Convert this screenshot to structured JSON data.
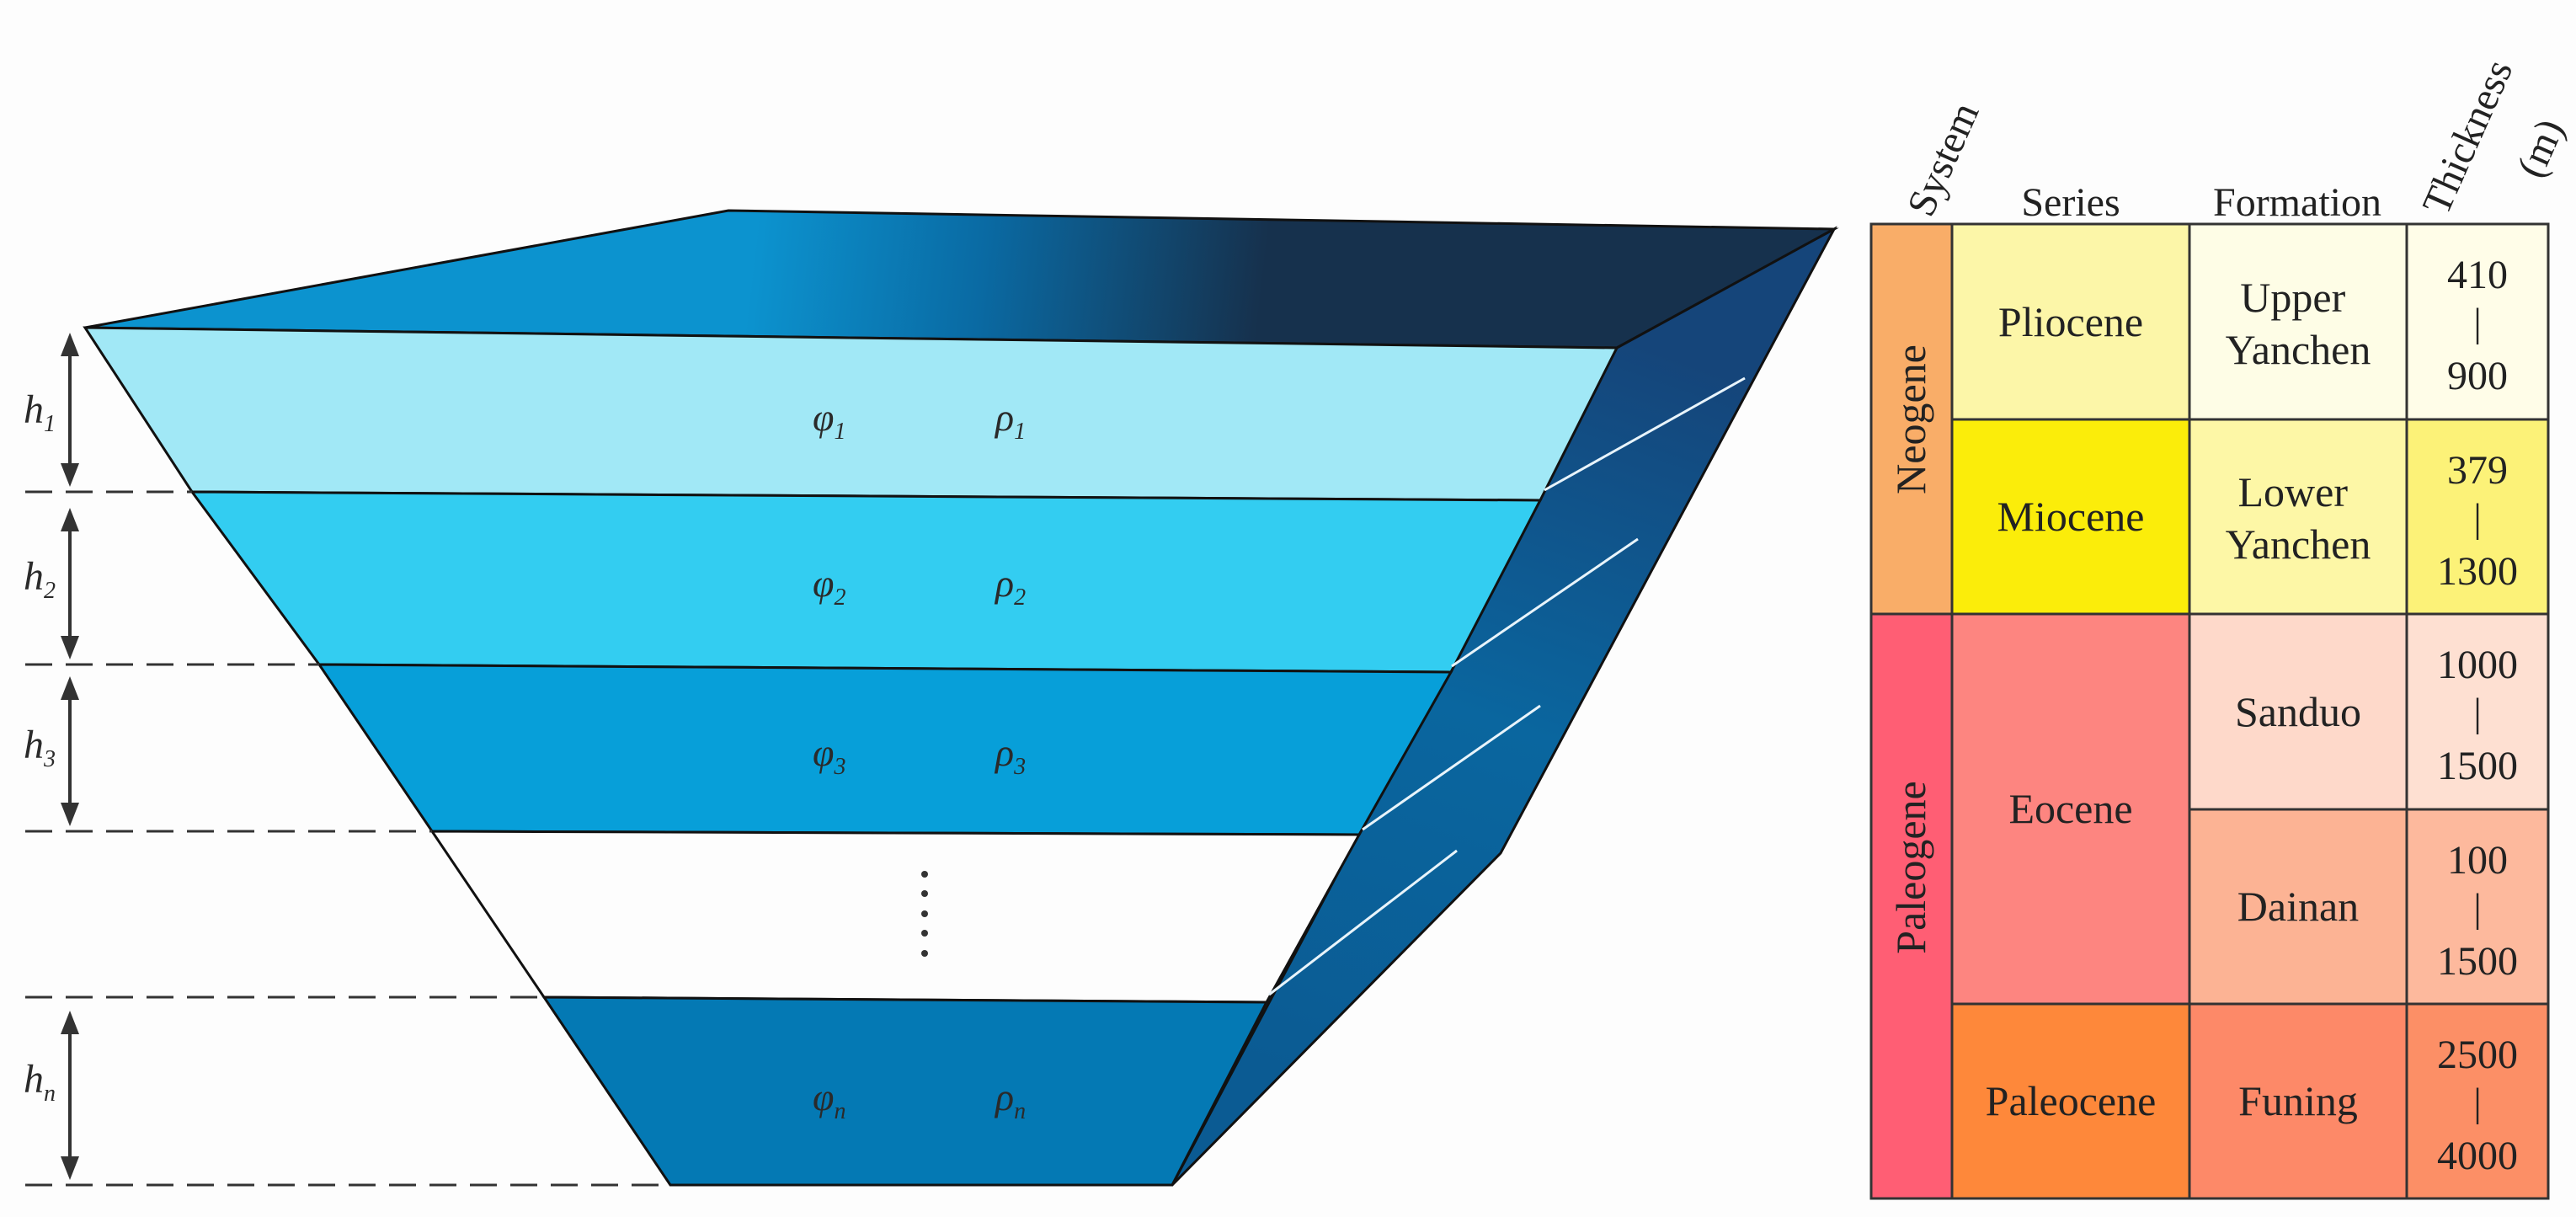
{
  "layer_labels": [
    {
      "name": "layer-1",
      "h": "h",
      "h_sub": "1",
      "phi": "φ",
      "phi_sub": "1",
      "rho": "ρ",
      "rho_sub": "1"
    },
    {
      "name": "layer-2",
      "h": "h",
      "h_sub": "2",
      "phi": "φ",
      "phi_sub": "2",
      "rho": "ρ",
      "rho_sub": "2"
    },
    {
      "name": "layer-3",
      "h": "h",
      "h_sub": "3",
      "phi": "φ",
      "phi_sub": "3",
      "rho": "ρ",
      "rho_sub": "3"
    },
    {
      "name": "layer-n",
      "h": "h",
      "h_sub": "n",
      "phi": "φ",
      "phi_sub": "n",
      "rho": "ρ",
      "rho_sub": "n"
    }
  ],
  "colors": {
    "layer1": "#a1e8f6",
    "layer2": "#33cdf1",
    "layer3": "#079fd9",
    "layern": "#0479b4",
    "side": "#0b5d95",
    "top_light": "#0c93cf",
    "top_dark": "#16314d",
    "neogene": "#f9ad68",
    "paleogene": "#ff5e74",
    "pliocene": "#fcf6a8",
    "miocene": "#fbed0a",
    "eocene": "#fd8580",
    "paleocene": "#fe883a",
    "upper_yanchen": "#fefde6",
    "lower_yanchen": "#fdf7a6",
    "sanduo": "#fed9ca",
    "dainan": "#fcb394",
    "funing": "#fd8968",
    "thick_1": "#fffde8",
    "thick_2": "#fcf278",
    "thick_3": "#fee0d2",
    "thick_4": "#fdb99d",
    "thick_5": "#fc8f66"
  },
  "table": {
    "headers": {
      "system": "System",
      "series": "Series",
      "formation": "Formation",
      "thickness_line1": "Thickness",
      "thickness_line2": "(m)"
    },
    "systems": [
      "Neogene",
      "Paleogene"
    ],
    "series": [
      "Pliocene",
      "Miocene",
      "Eocene",
      "Paleocene"
    ],
    "formations": [
      {
        "line1": "Upper",
        "line2": "Yanchen"
      },
      {
        "line1": "Lower",
        "line2": "Yanchen"
      },
      {
        "line1": "Sanduo",
        "line2": ""
      },
      {
        "line1": "Dainan",
        "line2": ""
      },
      {
        "line1": "Funing",
        "line2": ""
      }
    ],
    "thickness": [
      {
        "min": "410",
        "sep": "|",
        "max": "900"
      },
      {
        "min": "379",
        "sep": "|",
        "max": "1300"
      },
      {
        "min": "1000",
        "sep": "|",
        "max": "1500"
      },
      {
        "min": "100",
        "sep": "|",
        "max": "1500"
      },
      {
        "min": "2500",
        "sep": "|",
        "max": "4000"
      }
    ]
  }
}
